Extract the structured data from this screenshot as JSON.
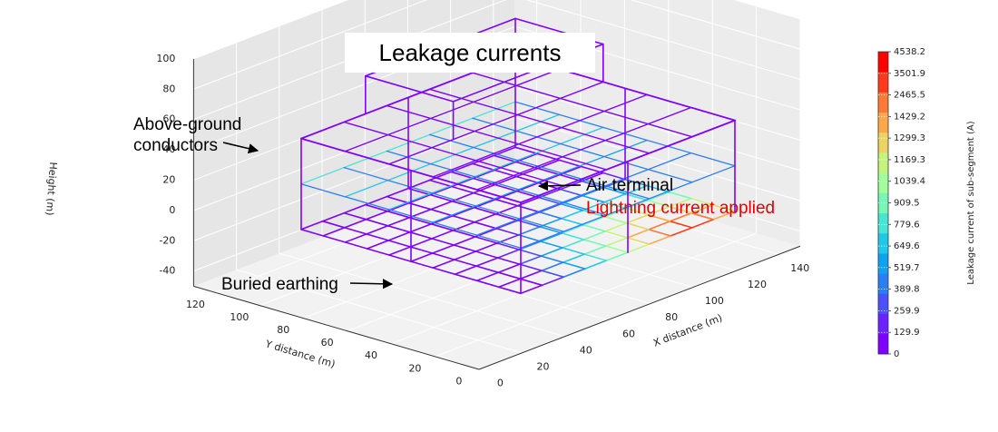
{
  "chart_data": {
    "type": "3d-wireframe",
    "title": "Leakage currents",
    "xlabel": "X distance (m)",
    "ylabel": "Y distance (m)",
    "zlabel": "Height (m)",
    "xticks": [
      "0",
      "20",
      "40",
      "60",
      "80",
      "100",
      "120",
      "140"
    ],
    "yticks": [
      "0",
      "20",
      "40",
      "60",
      "80",
      "100",
      "120"
    ],
    "zticks": [
      "-40",
      "-20",
      "0",
      "20",
      "40",
      "60",
      "80",
      "100"
    ],
    "xlim": [
      0,
      150
    ],
    "ylim": [
      0,
      130
    ],
    "zlim": [
      -50,
      100
    ],
    "grid": true,
    "colorbar": {
      "label": "Leakage current of sub-segment (A)",
      "ticks": [
        "0",
        "129.9",
        "259.9",
        "389.8",
        "519.7",
        "649.6",
        "779.6",
        "909.5",
        "1039.4",
        "1169.3",
        "1299.3",
        "1429.2",
        "2465.5",
        "3501.9",
        "4538.2"
      ],
      "colors": [
        "#8000ff",
        "#6a23fe",
        "#4c50fc",
        "#2a7ef6",
        "#10a2f0",
        "#22c7e8",
        "#48e4d4",
        "#76f7b8",
        "#a2fe9a",
        "#c4f47c",
        "#ecd462",
        "#ffa84a",
        "#ff7a34",
        "#ff3a1a",
        "#ff0000"
      ]
    },
    "annotations": [
      {
        "text": "Above-ground\nconductors"
      },
      {
        "text": "Air terminal"
      },
      {
        "text": "Lightning current applied",
        "color": "#e00000"
      },
      {
        "text": "Buried earthing"
      }
    ]
  },
  "labels": {
    "title": "Leakage currents",
    "above_1": "Above-ground",
    "above_2": "conductors",
    "air_terminal": "Air terminal",
    "lightning": "Lightning current applied",
    "buried": "Buried earthing"
  }
}
